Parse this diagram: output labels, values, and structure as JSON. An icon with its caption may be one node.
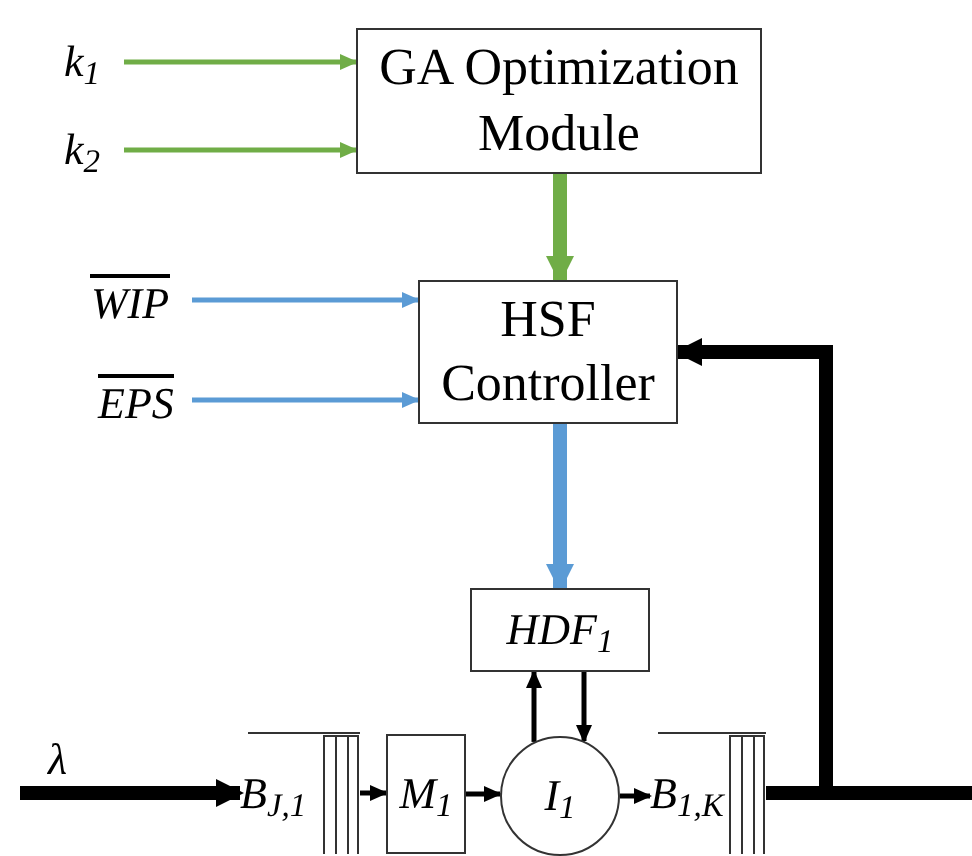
{
  "diagram": {
    "nodes": [
      {
        "text": [
          "k$_{1}$"
        ]
      },
      {
        "text": [
          "k$_{2}$"
        ]
      },
      {
        "text": [
          "GA Optimization Module"
        ]
      },
      {
        "text": [
          "WIP"
        ]
      },
      {
        "text": [
          "EPS"
        ]
      },
      {
        "text": [
          "HSF Controller"
        ]
      },
      {
        "text": [
          "HDF$_{1}$"
        ]
      },
      {
        "text": [
          "B$_{J,1}$"
        ]
      },
      {
        "text": [
          "M$_{1}$"
        ]
      },
      {
        "text": [
          "I$_{1}$"
        ]
      },
      {
        "text": [
          "B$_{1,K}$"
        ]
      }
    ],
    "edges": [
      {
        "from": 0,
        "to": 2,
        "arrow": "to",
        "color": "#70ad47"
      },
      {
        "from": 1,
        "to": 2,
        "arrow": "to",
        "color": "#70ad47"
      },
      {
        "from": 2,
        "to": 5,
        "arrow": "to",
        "style": "thick",
        "color": "#70ad47"
      },
      {
        "from": 3,
        "to": 5,
        "arrow": "to",
        "color": "#5b9bd5"
      },
      {
        "from": 4,
        "to": 5,
        "arrow": "to",
        "color": "#5b9bd5"
      },
      {
        "from": 5,
        "to": 6,
        "arrow": "to",
        "style": "thick",
        "color": "#5b9bd5"
      },
      {
        "from": 6,
        "to": 9,
        "arrow": "to"
      },
      {
        "from": 9,
        "to": 6,
        "arrow": "to"
      },
      {
        "from": null,
        "to": 7,
        "arrow": "to",
        "label": "λ",
        "style": "thick"
      },
      {
        "from": 7,
        "to": 8,
        "arrow": "to"
      },
      {
        "from": 8,
        "to": 9,
        "arrow": "to"
      },
      {
        "from": 9,
        "to": 10,
        "arrow": "to"
      },
      {
        "from": 10,
        "to": null,
        "arrow": "none",
        "style": "thick"
      },
      {
        "from": 10,
        "to": 5,
        "arrow": "to",
        "style": "thick"
      }
    ]
  }
}
